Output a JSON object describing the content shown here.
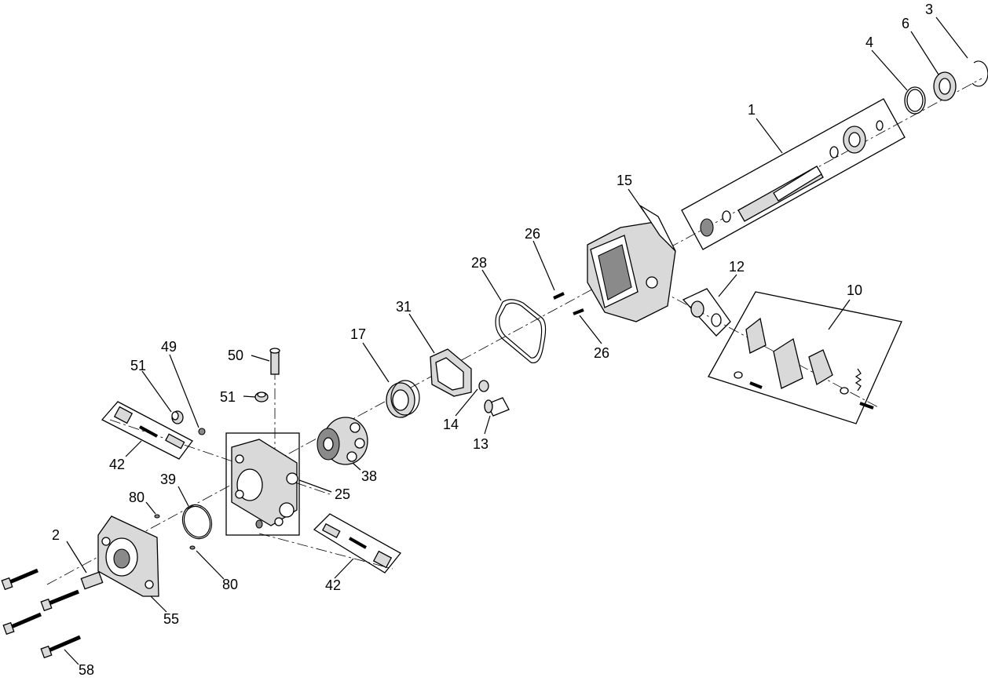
{
  "diagram": {
    "callouts": [
      {
        "id": "c1",
        "label": "1"
      },
      {
        "id": "c2",
        "label": "2"
      },
      {
        "id": "c3",
        "label": "3"
      },
      {
        "id": "c4",
        "label": "4"
      },
      {
        "id": "c6",
        "label": "6"
      },
      {
        "id": "c10",
        "label": "10"
      },
      {
        "id": "c12",
        "label": "12"
      },
      {
        "id": "c13",
        "label": "13"
      },
      {
        "id": "c14",
        "label": "14"
      },
      {
        "id": "c15",
        "label": "15"
      },
      {
        "id": "c17",
        "label": "17"
      },
      {
        "id": "c25",
        "label": "25"
      },
      {
        "id": "c26a",
        "label": "26"
      },
      {
        "id": "c26b",
        "label": "26"
      },
      {
        "id": "c28",
        "label": "28"
      },
      {
        "id": "c31",
        "label": "31"
      },
      {
        "id": "c38",
        "label": "38"
      },
      {
        "id": "c39",
        "label": "39"
      },
      {
        "id": "c42a",
        "label": "42"
      },
      {
        "id": "c42b",
        "label": "42"
      },
      {
        "id": "c49",
        "label": "49"
      },
      {
        "id": "c50",
        "label": "50"
      },
      {
        "id": "c51a",
        "label": "51"
      },
      {
        "id": "c51b",
        "label": "51"
      },
      {
        "id": "c55",
        "label": "55"
      },
      {
        "id": "c58",
        "label": "58"
      },
      {
        "id": "c80a",
        "label": "80"
      },
      {
        "id": "c80b",
        "label": "80"
      }
    ]
  }
}
